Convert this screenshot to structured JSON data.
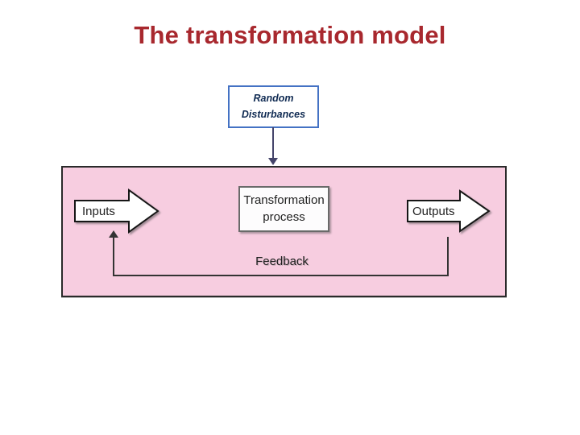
{
  "title": "The transformation model",
  "disturbance_box": {
    "line1": "Random",
    "line2": "Disturbances"
  },
  "diagram": {
    "inputs_label": "Inputs",
    "transformation_line1": "Transformation",
    "transformation_line2": "process",
    "outputs_label": "Outputs",
    "feedback_label": "Feedback"
  },
  "colors": {
    "title_color": "#a8282e",
    "panel_fill": "#f7cde0",
    "panel_border": "#2a2a2a",
    "box_border": "#4472c4",
    "box_text": "#0f2a52",
    "connector": "#44446a",
    "diagram_text": "#1f1f1f",
    "shape_fill": "#ffffff",
    "shape_stroke": "#161616"
  }
}
